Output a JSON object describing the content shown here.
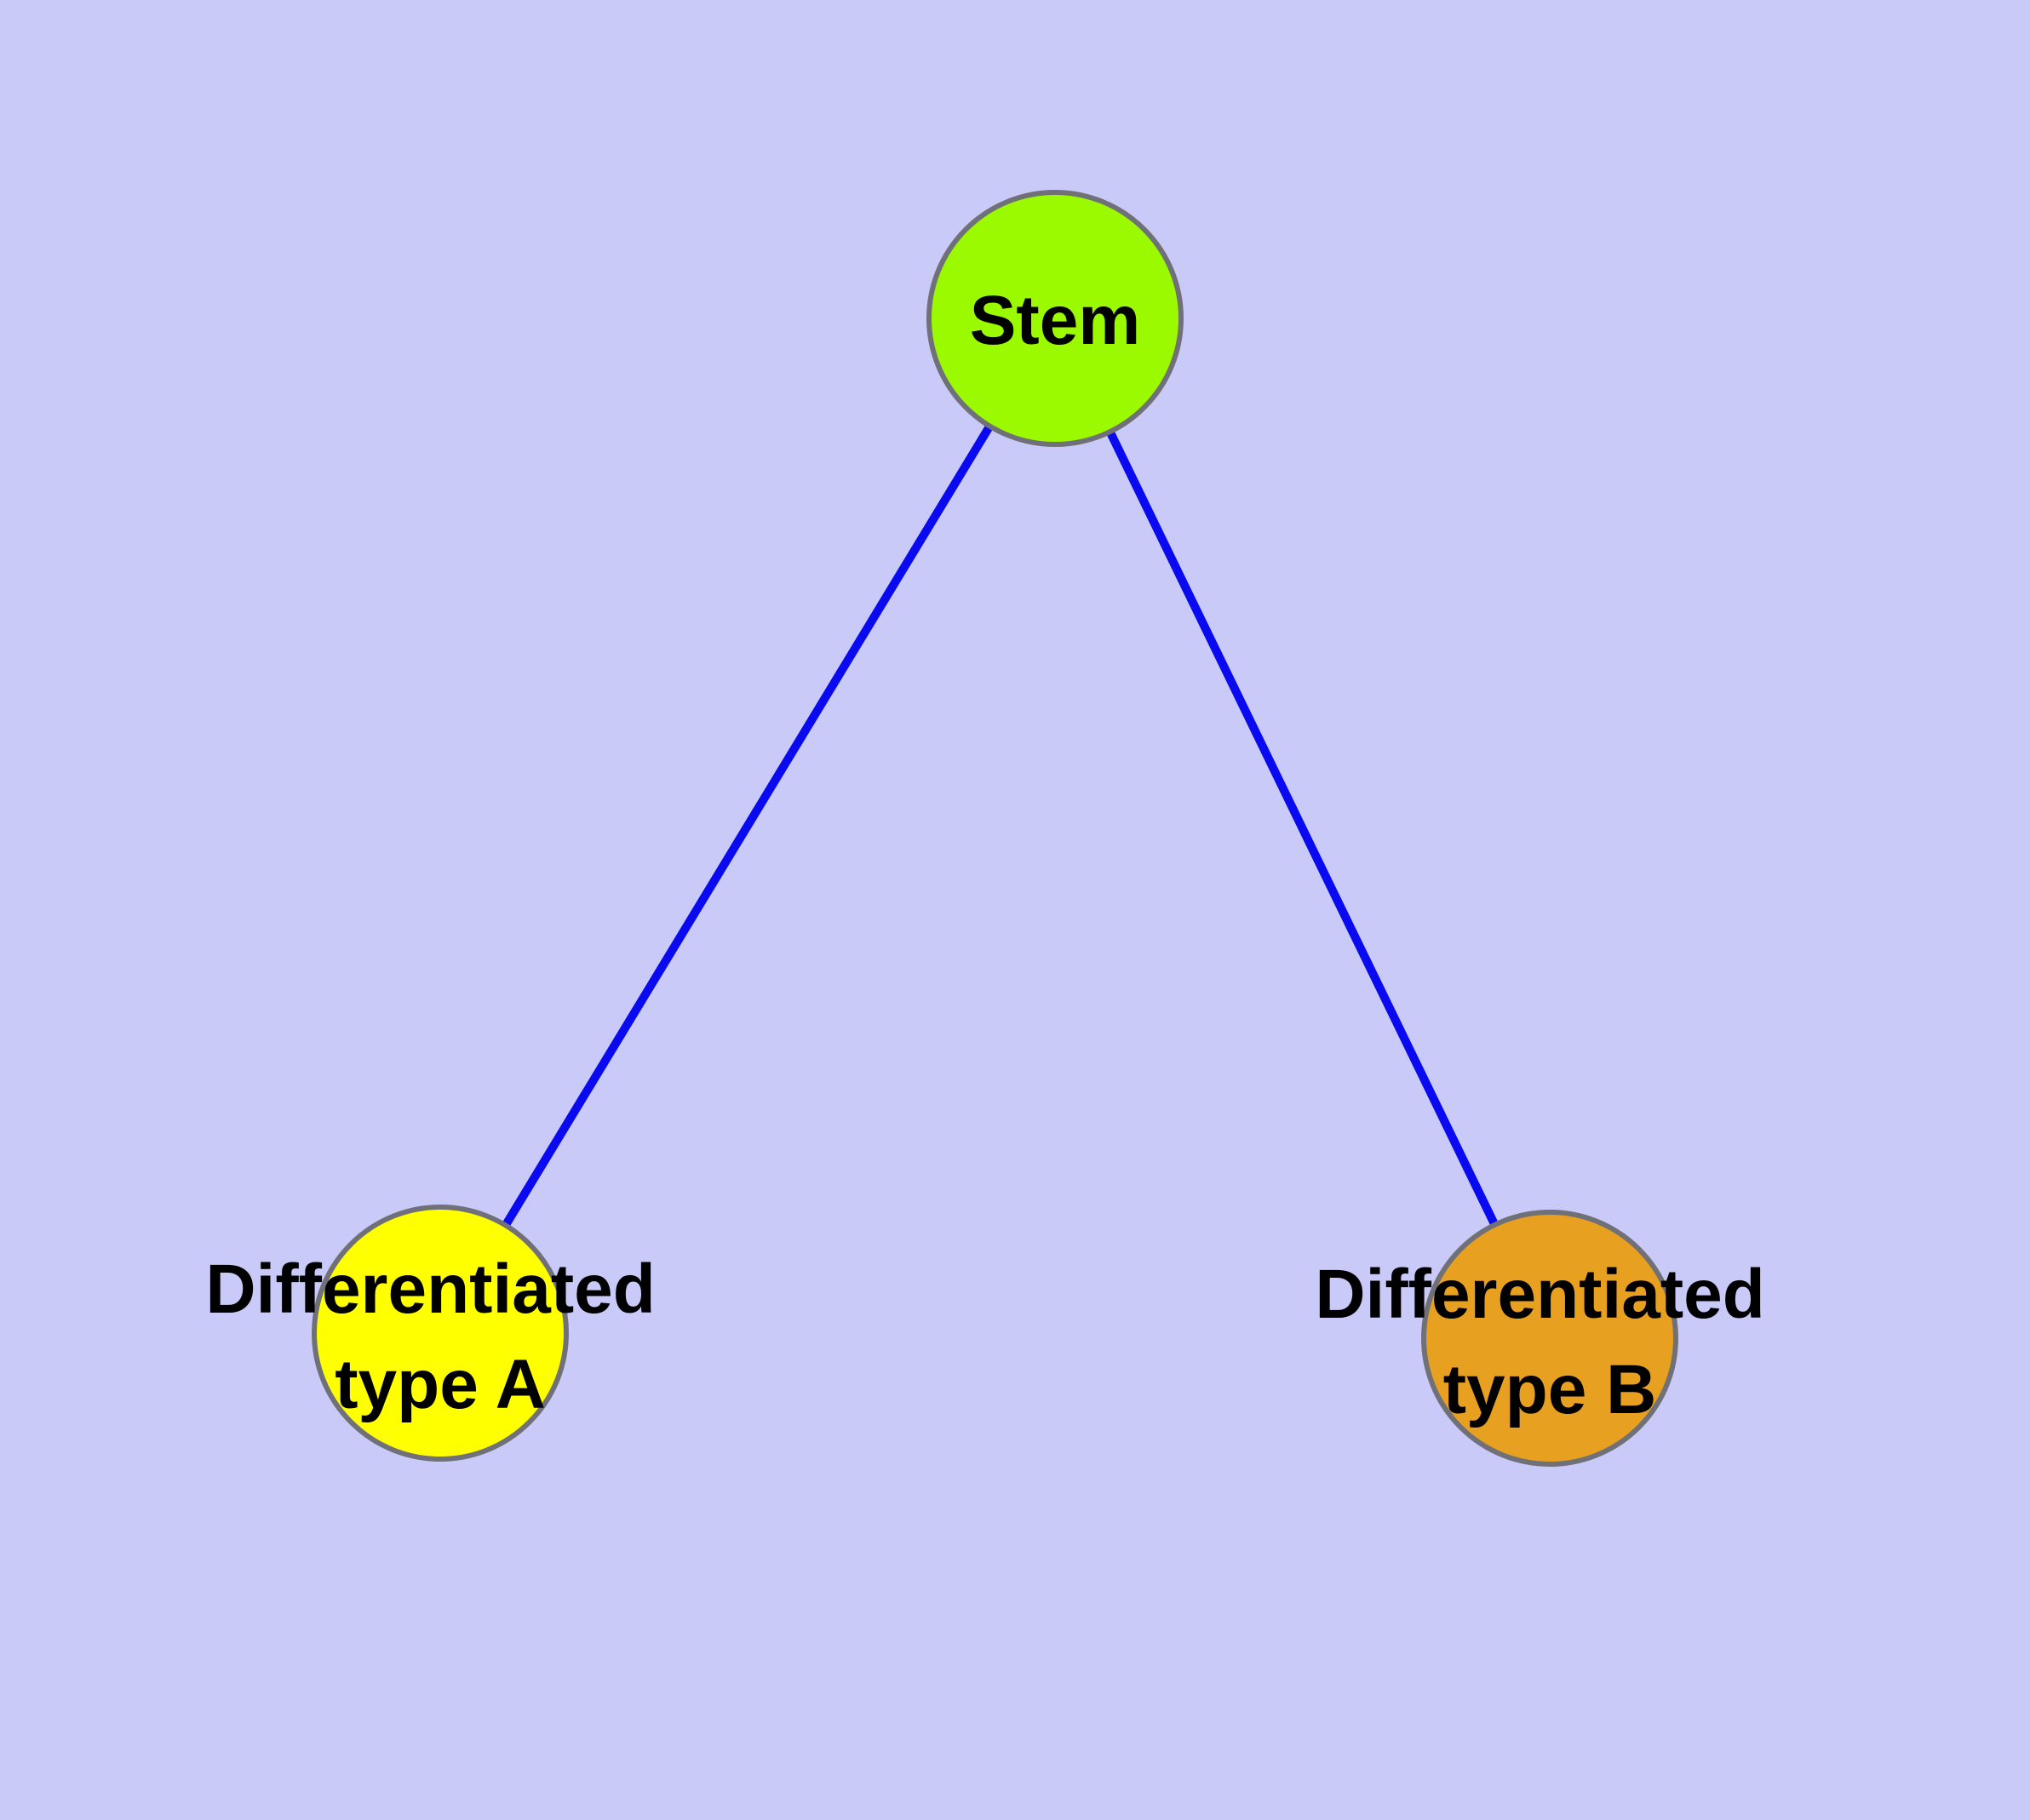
{
  "diagram": {
    "type": "node-link-graph",
    "nodes": {
      "stem": {
        "label": "Stem",
        "color": "#9BFA00"
      },
      "type_a": {
        "label_line1": "Differentiated",
        "label_line2": "type A",
        "label": "Differentiated type A",
        "color": "#FFFF00"
      },
      "type_b": {
        "label_line1": "Differentiated",
        "label_line2": "type B",
        "label": "Differentiated type B",
        "color": "#E8A020"
      }
    },
    "edges": [
      {
        "from": "Stem",
        "to": "Differentiated type A"
      },
      {
        "from": "Stem",
        "to": "Differentiated type B"
      }
    ],
    "colors": {
      "background": "#CACAF8",
      "edge": "#0A0AF0",
      "node_border": "#707078",
      "label_text": "#000000"
    }
  }
}
